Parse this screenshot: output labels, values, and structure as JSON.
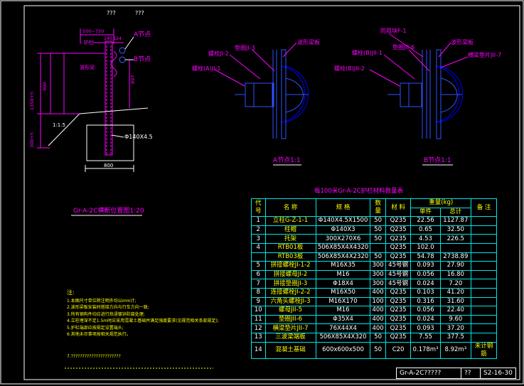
{
  "top_labels": {
    "q1": "???",
    "q2": "???"
  },
  "section": {
    "dim_top": "500~750",
    "dim_sub": "140 124",
    "node_a": "A节点",
    "node_b": "B节点",
    "left_label": "护栏",
    "mid_label": "波形梁",
    "dim_right": "897",
    "dim_900": "900",
    "dim_1350": "1350+h",
    "dim_h": "300+h",
    "slope": "1:1.5",
    "pipe": "Φ140X4.5",
    "dim_800": "800",
    "caption": "Gr-A-2C横断位置图1:20"
  },
  "detail_a": {
    "lbl1": "螺栓JI-2",
    "lbl2": "垫圈JI-3",
    "lbl3": "波形梁板",
    "lbl4": "螺栓(A)JI-1",
    "caption": "A节点1:1"
  },
  "detail_b": {
    "lbl0": "防阻块F-1",
    "lbl1": "螺栓(B)JII-1",
    "lbl2": "垫圈JII-6",
    "lbl3": "波形梁板",
    "lbl4": "横梁垫片JII-7",
    "lbl5": "螺栓(B)JII-2",
    "caption": "B节点1:1"
  },
  "table": {
    "title": "每100米Gr-A-2C护栏材料数量表",
    "headers": {
      "no": "代号",
      "name": "名 称",
      "spec": "规 格",
      "qty": "数量",
      "mat": "材 料",
      "weight": "重量(kg)",
      "unit": "单件",
      "total": "总计",
      "note": "备 注"
    },
    "rows": [
      {
        "no": "1",
        "name": "立柱G-Z-1-1",
        "spec": "Φ140X4.5X1500",
        "qty": "50",
        "mat": "Q235",
        "unit": "22.56",
        "total": "1127.87",
        "note": ""
      },
      {
        "no": "2",
        "name": "柱帽",
        "spec": "Φ140X3",
        "qty": "50",
        "mat": "Q235",
        "unit": "0.65",
        "total": "32.50",
        "note": ""
      },
      {
        "no": "3",
        "name": "托架",
        "spec": "300X270X6",
        "qty": "50",
        "mat": "Q235",
        "unit": "4.53",
        "total": "226.5",
        "note": ""
      },
      {
        "no": "4",
        "name": "RTB01板",
        "spec": "506X85X4X4320",
        "qty": "",
        "mat": "Q235",
        "unit": "102.0",
        "total": "",
        "note": ""
      },
      {
        "no": "",
        "name": "RTB03板",
        "spec": "506X85X4X2320",
        "qty": "50",
        "mat": "Q235",
        "unit": "54.78",
        "total": "2738.89",
        "note": ""
      },
      {
        "no": "5",
        "name": "拼接螺栓JI-1-2",
        "spec": "M16X35",
        "qty": "300",
        "mat": "45号钢",
        "unit": "0.093",
        "total": "27.90",
        "note": ""
      },
      {
        "no": "6",
        "name": "拼接螺母JI-2",
        "spec": "M16",
        "qty": "300",
        "mat": "45号钢",
        "unit": "0.056",
        "total": "16.80",
        "note": ""
      },
      {
        "no": "7",
        "name": "拼接垫圈JI-3",
        "spec": "Φ18X4",
        "qty": "300",
        "mat": "45号钢",
        "unit": "0.024",
        "total": "7.20",
        "note": ""
      },
      {
        "no": "8",
        "name": "连接螺栓JI-2-2",
        "spec": "M16X50",
        "qty": "400",
        "mat": "Q235",
        "unit": "0.103",
        "total": "41.20",
        "note": ""
      },
      {
        "no": "9",
        "name": "六角头螺栓JI-3",
        "spec": "M16X170",
        "qty": "100",
        "mat": "Q235",
        "unit": "0.316",
        "total": "31.60",
        "note": ""
      },
      {
        "no": "10",
        "name": "螺母JII-5",
        "spec": "M16",
        "qty": "400",
        "mat": "Q235",
        "unit": "0.056",
        "total": "22.40",
        "note": ""
      },
      {
        "no": "11",
        "name": "垫圈JII-6",
        "spec": "Φ35X4",
        "qty": "400",
        "mat": "Q235",
        "unit": "0.024",
        "total": "9.60",
        "note": ""
      },
      {
        "no": "12",
        "name": "横梁垫片JII-7",
        "spec": "76X44X4",
        "qty": "400",
        "mat": "Q235",
        "unit": "0.093",
        "total": "37.20",
        "note": ""
      },
      {
        "no": "13",
        "name": "三波梁端板",
        "spec": "506X85X4X320",
        "qty": "50",
        "mat": "Q235",
        "unit": "7.55",
        "total": "377.5",
        "note": ""
      },
      {
        "no": "14",
        "name": "混凝土基础",
        "spec": "600x600x500",
        "qty": "50",
        "mat": "C20",
        "unit": "0.178m³",
        "total": "8.92m³",
        "note": "未计钢筋"
      }
    ]
  },
  "notes": {
    "title": "注:",
    "lines": [
      "1.本图尺寸单位除注明外均以mm计;",
      "2.波形梁板安装时搭接方向与行车方向一致;",
      "3.所有钢构件均应进行热浸镀锌防腐处理;",
      "4.立柱埋深不足1.5m时应采用混凝土基础并满足强度要求(见规范相关条款规定);",
      "5.护栏端部应按规定设置端头;",
      "6.其他未尽事项按相关规范执行。",
      "",
      "7.??????????????????????"
    ]
  },
  "title_block": {
    "name": "Gr-A-2C?????",
    "q": "??",
    "code": "S2-16-30"
  }
}
